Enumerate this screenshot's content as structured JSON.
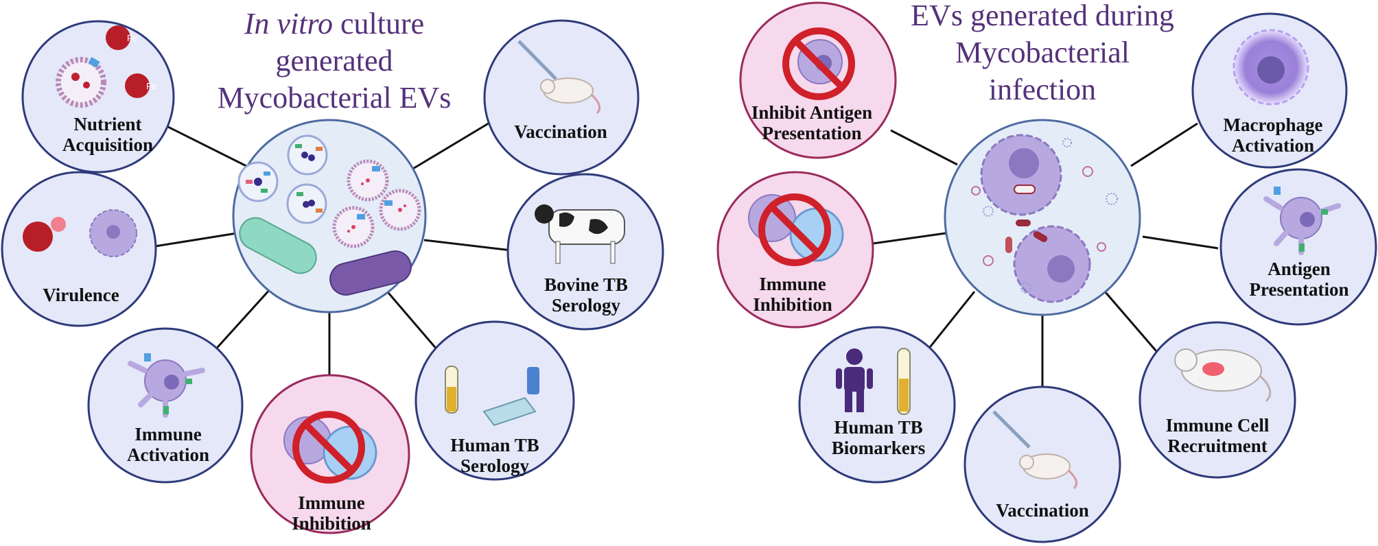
{
  "left_panel": {
    "title": {
      "italic": "In vitro",
      "line1_rest": " culture",
      "line2": "generated",
      "line3": "Mycobacterial EVs"
    },
    "nodes": {
      "nutrient": [
        "Nutrient",
        "Acquisition"
      ],
      "vaccination": [
        "Vaccination"
      ],
      "bovine": [
        "Bovine TB",
        "Serology"
      ],
      "human_serology": [
        "Human TB",
        "Serology"
      ],
      "immune_inhibition": [
        "Immune",
        "Inhibition"
      ],
      "immune_activation": [
        "Immune",
        "Activation"
      ],
      "virulence": [
        "Virulence"
      ]
    },
    "iron_label": "Fe"
  },
  "right_panel": {
    "title": [
      "EVs generated during",
      "Mycobacterial",
      "infection"
    ],
    "nodes": {
      "inhibit_antigen": [
        "Inhibit Antigen",
        "Presentation"
      ],
      "macrophage": [
        "Macrophage",
        "Activation"
      ],
      "antigen": [
        "Antigen",
        "Presentation"
      ],
      "recruitment": [
        "Immune Cell",
        "Recruitment"
      ],
      "vaccination": [
        "Vaccination"
      ],
      "biomarkers": [
        "Human TB",
        "Biomarkers"
      ],
      "immune_inhibition": [
        "Immune",
        "Inhibition"
      ]
    }
  },
  "colors": {
    "title": "#55317a",
    "node_fill": "#e4e8f8",
    "node_stroke": "#2e3a7a",
    "inhibit_fill": "#f6d9ec",
    "inhibit_stroke": "#9a2a5c",
    "prohibit_red": "#d0202a"
  }
}
